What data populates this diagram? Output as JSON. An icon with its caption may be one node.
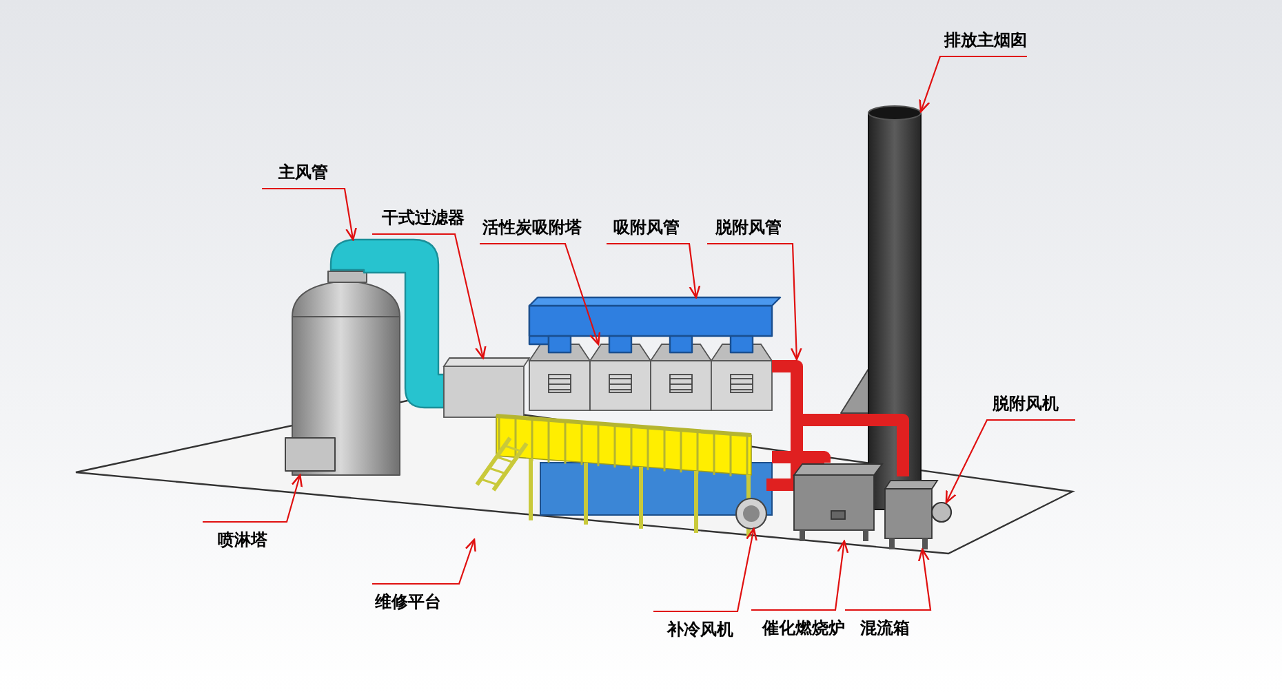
{
  "diagram": {
    "nodes": [
      {
        "text": [
          "排放主烟囱"
        ]
      },
      {
        "text": [
          "主风管"
        ]
      },
      {
        "text": [
          "干式过滤器"
        ]
      },
      {
        "text": [
          "活性炭吸附塔"
        ]
      },
      {
        "text": [
          "吸附风管"
        ]
      },
      {
        "text": [
          "脱附风管"
        ]
      },
      {
        "text": [
          "脱附风机"
        ]
      },
      {
        "text": [
          "喷淋塔"
        ]
      },
      {
        "text": [
          "维修平台"
        ]
      },
      {
        "text": [
          "补冷风机"
        ]
      },
      {
        "text": [
          "催化燃烧炉"
        ]
      },
      {
        "text": [
          "混流箱"
        ]
      },
      {
        "text": [],
        "shape": "cylinder"
      },
      {
        "text": [],
        "shape": "bar"
      },
      {
        "text": [],
        "shape": "box"
      },
      {
        "text": [],
        "shape": "box"
      },
      {
        "text": [],
        "shape": "bar"
      },
      {
        "text": [],
        "shape": "bar"
      },
      {
        "text": [],
        "shape": "circle"
      },
      {
        "text": [],
        "shape": "cylinder"
      },
      {
        "text": [],
        "shape": "picture"
      },
      {
        "text": [],
        "shape": "circle"
      },
      {
        "text": [],
        "shape": "box"
      },
      {
        "text": [],
        "shape": "box"
      }
    ],
    "edges": [
      {
        "from": 0,
        "to": 12,
        "arrow": "to"
      },
      {
        "from": 1,
        "to": 13,
        "arrow": "to"
      },
      {
        "from": 2,
        "to": 14,
        "arrow": "to"
      },
      {
        "from": 3,
        "to": 15,
        "arrow": "to"
      },
      {
        "from": 4,
        "to": 16,
        "arrow": "to"
      },
      {
        "from": 5,
        "to": 17,
        "arrow": "to"
      },
      {
        "from": 6,
        "to": 21,
        "arrow": "to"
      },
      {
        "from": 7,
        "to": 19,
        "arrow": "to"
      },
      {
        "from": 8,
        "to": 20,
        "arrow": "to"
      },
      {
        "from": 9,
        "to": 18,
        "arrow": "to"
      },
      {
        "from": 10,
        "to": 22,
        "arrow": "to"
      },
      {
        "from": 11,
        "to": 23,
        "arrow": "to"
      }
    ]
  }
}
